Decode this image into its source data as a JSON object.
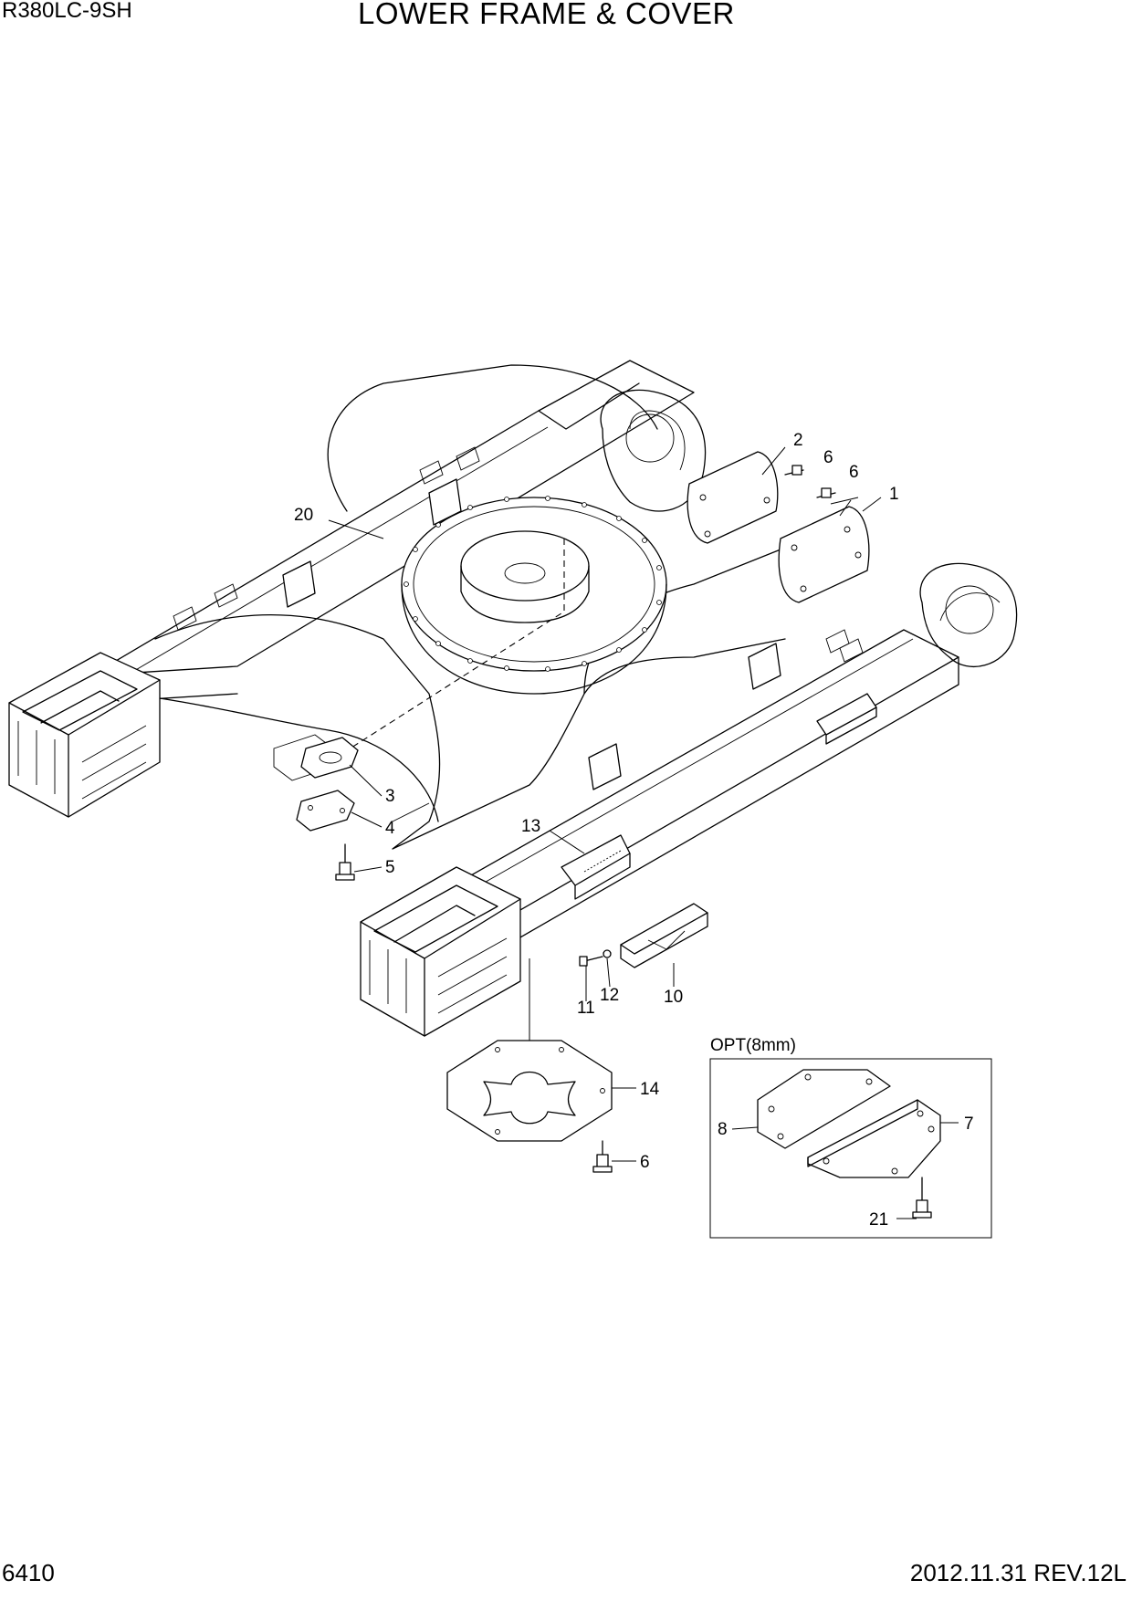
{
  "header": {
    "model": "R380LC-9SH",
    "title": "LOWER FRAME & COVER"
  },
  "footer": {
    "page_number": "6410",
    "date_revision": "2012.11.31  REV.12L"
  },
  "option_box": {
    "label": "OPT(8mm)"
  },
  "callouts": {
    "c1": "1",
    "c2": "2",
    "c3": "3",
    "c4": "4",
    "c5": "5",
    "c6a": "6",
    "c6b": "6",
    "c6c": "6",
    "c7": "7",
    "c8": "8",
    "c10": "10",
    "c11": "11",
    "c12": "12",
    "c13": "13",
    "c14": "14",
    "c20": "20",
    "c21": "21"
  }
}
